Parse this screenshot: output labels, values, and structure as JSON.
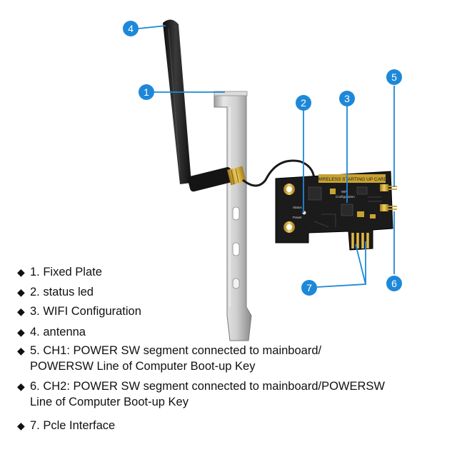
{
  "callouts": [
    "1",
    "2",
    "3",
    "4",
    "5",
    "6",
    "7"
  ],
  "card": {
    "title": "WIRELESS STARTING UP CARD",
    "wifi_label": "WiFi",
    "config_label": "Configuration",
    "status_label": "Status",
    "power_label": "Power"
  },
  "legend": [
    {
      "lines": [
        "1. Fixed Plate"
      ]
    },
    {
      "lines": [
        "2. status led"
      ]
    },
    {
      "lines": [
        "3. WIFI Configuration"
      ]
    },
    {
      "lines": [
        "4. antenna"
      ]
    },
    {
      "lines": [
        "5. CH1: POWER SW segment connected to mainboard/",
        "POWERSW Line of Computer Boot-up Key"
      ]
    },
    {
      "lines": [
        "6. CH2: POWER SW segment connected to mainboard/POWERSW",
        "Line of Computer Boot-up Key"
      ]
    },
    {
      "lines": [
        "7. Pcle Interface"
      ]
    }
  ],
  "colors": {
    "callout_blue": "#1e88d8",
    "pcb_black": "#1b1b1b",
    "gold": "#c9a332",
    "bracket_silver": "#c8c8c8"
  }
}
